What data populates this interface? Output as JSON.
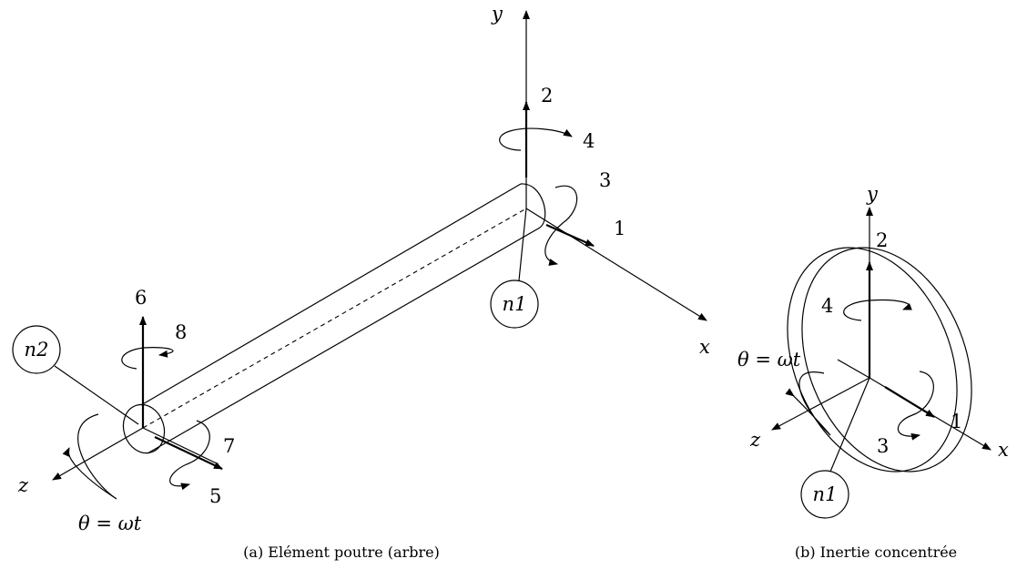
{
  "beam": {
    "axes": {
      "x": "x",
      "y": "y",
      "z": "z"
    },
    "dof": [
      "1",
      "2",
      "3",
      "4",
      "5",
      "6",
      "7",
      "8"
    ],
    "nodes": {
      "n1": "n1",
      "n2": "n2"
    },
    "rotation": "θ = ωt",
    "caption": "(a) Elément poutre (arbre)"
  },
  "disk": {
    "axes": {
      "x": "x",
      "y": "y",
      "z": "z"
    },
    "dof": [
      "1",
      "2",
      "3",
      "4"
    ],
    "node": "n1",
    "rotation": "θ = ωt",
    "caption": "(b) Inertie concentrée"
  }
}
